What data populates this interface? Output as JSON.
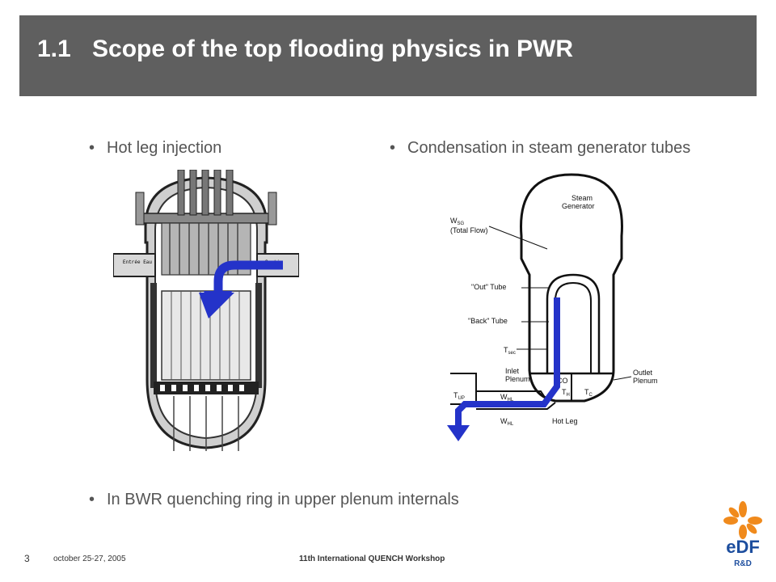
{
  "slide": {
    "title_number": "1.1",
    "title_text": "Scope of the top flooding physics in PWR",
    "bullets": {
      "left": "Hot leg injection",
      "right": "Condensation in steam generator tubes",
      "bottom": "In BWR quenching ring in upper plenum internals"
    },
    "slide_number": "3"
  },
  "footer": {
    "date": "october 25-27, 2005",
    "event": "11th International QUENCH Workshop"
  },
  "vessel_diagram": {
    "labels": {
      "inlet": "Entrée Eau",
      "outlet": "Sortie"
    }
  },
  "sg_diagram": {
    "labels": {
      "steam_generator_1": "Steam",
      "steam_generator_2": "Generator",
      "wsg": "W",
      "wsg_sub": "SG",
      "total_flow": "(Total Flow)",
      "out_tube": "\"Out\" Tube",
      "back_tube": "\"Back\" Tube",
      "tsec": "T",
      "tsec_sub": "sec",
      "inlet_plenum_1": "Inlet",
      "inlet_plenum_2": "Plenum",
      "outlet_plenum_1": "Outlet",
      "outlet_plenum_2": "Plenum",
      "tup": "T",
      "tup_sub": "UP",
      "whl1": "W",
      "whl1_sub": "HL",
      "whl2": "W",
      "whl2_sub": "HL",
      "th": "T",
      "th_sub": "H",
      "tc": "T",
      "tc_sub": "C",
      "co": "CO",
      "hot_leg": "Hot Leg"
    }
  },
  "logo": {
    "brand": "eDF",
    "sub": "R&D"
  },
  "colors": {
    "title_bg": "#5f5f5f",
    "arrow_blue": "#2433c9",
    "logo_orange": "#f08a1c",
    "logo_blue": "#1d4e9e"
  }
}
